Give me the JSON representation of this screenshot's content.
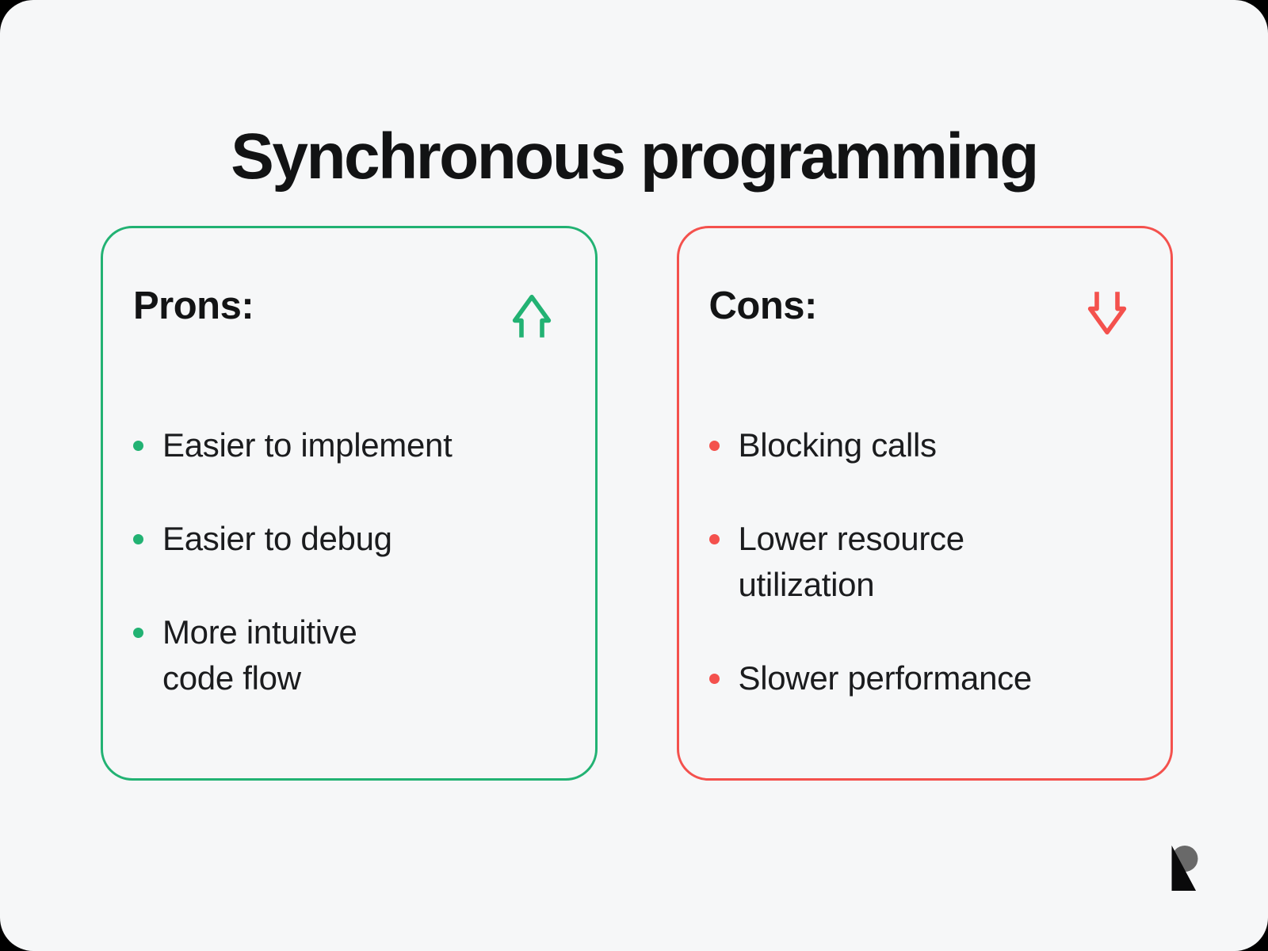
{
  "page": {
    "title": "Synchronous programming",
    "background_color": "#f6f7f8",
    "frame_color": "#000000",
    "text_color": "#1b1c1e"
  },
  "pros_card": {
    "heading": "Prons:",
    "accent_color": "#22b273",
    "icon": "arrow-up-icon",
    "items": [
      {
        "lines": [
          "Easier to implement"
        ]
      },
      {
        "lines": [
          "Easier to debug"
        ]
      },
      {
        "lines": [
          "More intuitive",
          "code flow"
        ]
      }
    ]
  },
  "cons_card": {
    "heading": "Cons:",
    "accent_color": "#f4514d",
    "icon": "arrow-down-icon",
    "items": [
      {
        "lines": [
          "Blocking calls"
        ]
      },
      {
        "lines": [
          "Lower resource",
          "utilization"
        ]
      },
      {
        "lines": [
          "Slower performance"
        ]
      }
    ]
  },
  "logo": {
    "name": "r-logomark",
    "colors": {
      "bowl": "#696969",
      "leg": "#0a0a0b"
    }
  }
}
